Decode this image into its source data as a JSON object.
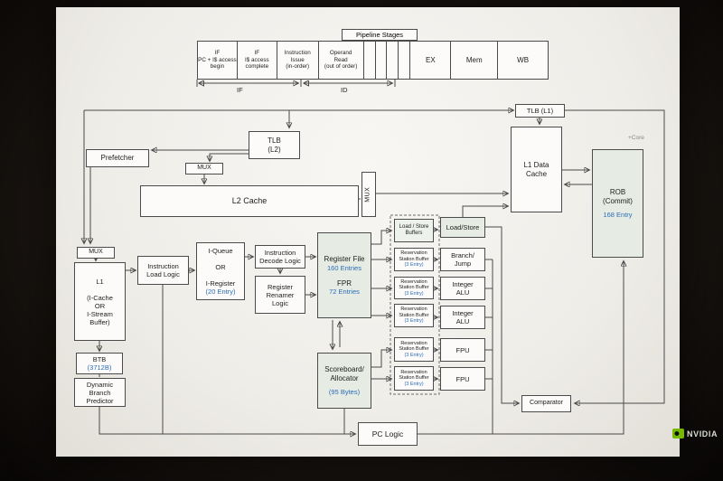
{
  "slide": {
    "pipeline": {
      "title": "Pipeline Stages",
      "stages": [
        "IF\nPC + I$ access\nbegin",
        "IF\nI$ access\ncomplete",
        "Instruction\nIssue\n(in-order)",
        "Operand\nRead\n(out of order)",
        "",
        "",
        "",
        "",
        "EX",
        "Mem",
        "WB"
      ],
      "spans": [
        "IF",
        "ID"
      ]
    },
    "nodes": {
      "tlb_l1": "TLB (L1)",
      "l1_data_cache": "L1 Data\nCache",
      "rob_label": "ROB\n(Commit)",
      "rob_sub": "168 Entry",
      "core_note": "+Core",
      "prefetcher": "Prefetcher",
      "tlb_l2": "TLB\n(L2)",
      "mux": "MUX",
      "l2_cache": "L2 Cache",
      "l1_icache": "L1\n\n(I-Cache\nOR\nI-Stream\nBuffer)",
      "btb_label": "BTB",
      "btb_sub": "(3712B)",
      "branch_predictor": "Dynamic\nBranch\nPredictor",
      "instr_load_logic": "Instruction\nLoad Logic",
      "iqueue_label": "I-Queue\n\nOR\n\nI-Register",
      "iqueue_sub": "(20 Entry)",
      "decode": "Instruction\nDecode Logic",
      "renamer": "Register\nRenamer\nLogic",
      "regfile_label": "Register File",
      "regfile_sub": "160 Entries",
      "fpr_label": "FPR",
      "fpr_sub": "72 Entries",
      "scoreboard_label": "Scoreboard/\nAllocator",
      "scoreboard_sub": "(95 Bytes)",
      "ls_buffers": "Load / Store\nBuffers",
      "load_store": "Load/Store",
      "rsb_label": "Reservation\nStation Buffer",
      "rsb_sub": "(3 Entry)",
      "branch_jump": "Branch/\nJump",
      "int_alu": "Integer\nALU",
      "fpu": "FPU",
      "comparator": "Comparator",
      "pc_logic": "PC Logic"
    },
    "colors": {
      "accent_blue": "#2b6cb8",
      "tint_green": "#e6ece3",
      "nvidia_green": "#76b900"
    }
  },
  "brand": {
    "name": "NVIDIA"
  }
}
